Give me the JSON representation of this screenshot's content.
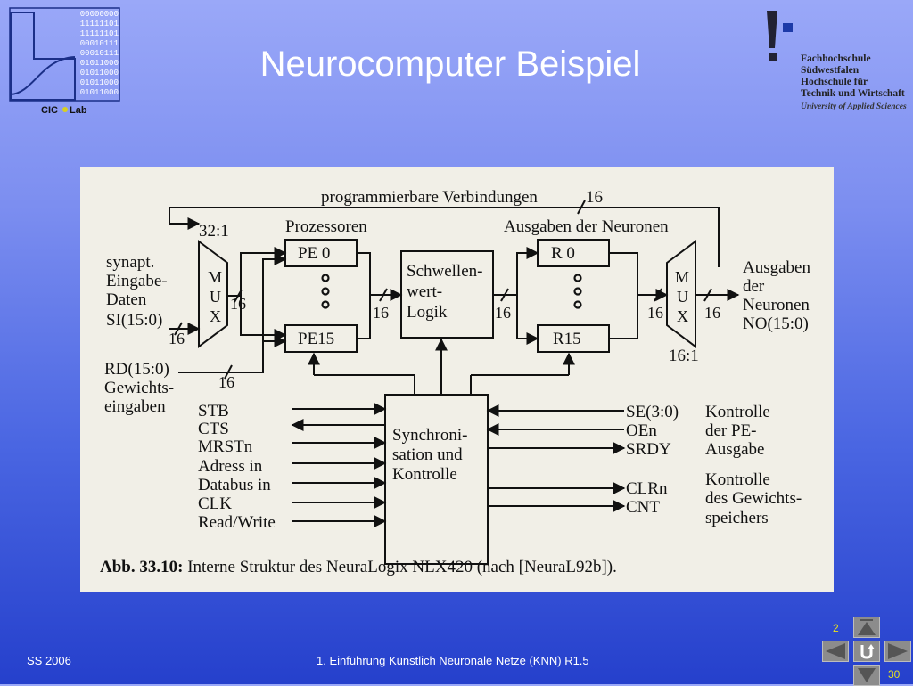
{
  "slide": {
    "title": "Neurocomputer Beispiel",
    "footer_left": "SS 2006",
    "footer_center": "1. Einführung Künstlich Neuronale Netze (KNN) R1.5",
    "page_small": "2",
    "page_number": "30"
  },
  "logo_cic": {
    "binary_rows": [
      "00000000",
      "11111101",
      "11111101",
      "00010111",
      "00010111",
      "01011000",
      "01011000",
      "01011000",
      "01011000"
    ],
    "label_left": "CIC",
    "label_right": "Lab"
  },
  "logo_fh": {
    "lines": [
      "Fachhochschule",
      "Südwestfalen",
      "Hochschule für",
      "Technik und Wirtschaft"
    ],
    "tagline": "University of Applied Sciences"
  },
  "diagram": {
    "top_bus": "programmierbare Verbindungen",
    "top_bus_width": "16",
    "mux_in_ratio": "32:1",
    "mux_out_ratio": "16:1",
    "mux_letters": [
      "M",
      "U",
      "X"
    ],
    "processors_label": "Prozessoren",
    "outputs_label": "Ausgaben der Neuronen",
    "pe0": "PE 0",
    "pe15": "PE15",
    "r0": "R 0",
    "r15": "R15",
    "threshold": [
      "Schwellen-",
      "wert-",
      "Logik"
    ],
    "sync": [
      "Synchroni-",
      "sation und",
      "Kontrolle"
    ],
    "si_label": [
      "synapt.",
      "Eingabe-",
      "Daten",
      "SI(15:0)"
    ],
    "rd_label": [
      "RD(15:0)",
      "Gewichts-",
      "eingaben"
    ],
    "out_label": [
      "Ausgaben",
      "der",
      "Neuronen",
      "NO(15:0)"
    ],
    "left_signals": [
      "STB",
      "CTS",
      "MRSTn",
      "Adress in",
      "Databus in",
      "CLK",
      "Read/Write"
    ],
    "right_signals_a": [
      "SE(3:0)",
      "OEn",
      "SRDY"
    ],
    "right_signals_b": [
      "CLRn",
      "CNT"
    ],
    "ctrl_a": [
      "Kontrolle",
      "der PE-",
      "Ausgabe"
    ],
    "ctrl_b": [
      "Kontrolle",
      "des Gewichts-",
      "speichers"
    ],
    "bus16": "16",
    "caption_bold": "Abb. 33.10:",
    "caption_text": " Interne Struktur des NeuraLogix NLX420 (nach [NeuraL92b])."
  }
}
